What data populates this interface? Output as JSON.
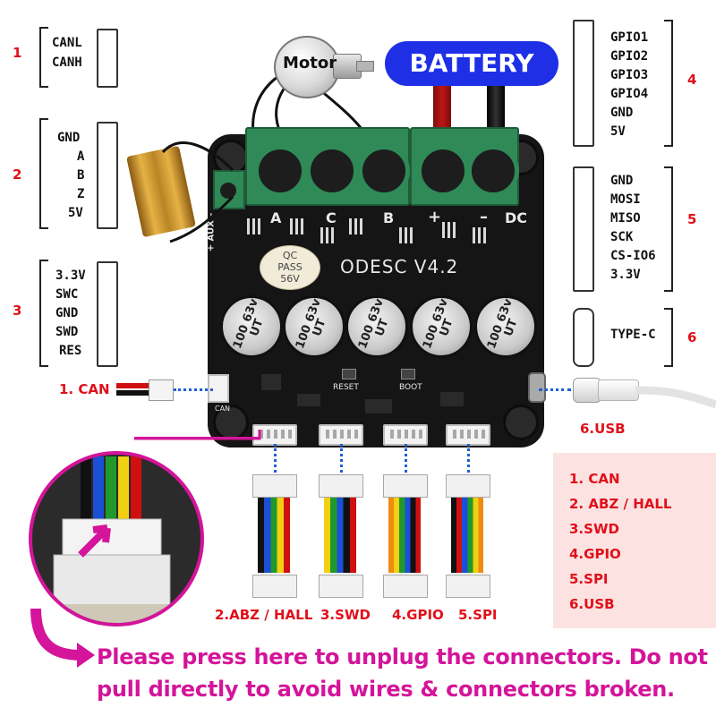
{
  "top": {
    "motor_label": "Motor",
    "battery_label": "BATTERY"
  },
  "groups": [
    {
      "number": "1",
      "pins": [
        "CANL",
        "CANH"
      ]
    },
    {
      "number": "2",
      "pins": [
        "GND",
        "A",
        "B",
        "Z",
        "5V"
      ]
    },
    {
      "number": "3",
      "pins": [
        "3.3V",
        "SWC",
        "GND",
        "SWD",
        "RES"
      ]
    },
    {
      "number": "4",
      "pins": [
        "GPIO1",
        "GPIO2",
        "GPIO3",
        "GPIO4",
        "GND",
        "5V"
      ]
    },
    {
      "number": "5",
      "pins": [
        "GND",
        "MOSI",
        "MISO",
        "SCK",
        "CS-IO6",
        "3.3V"
      ]
    },
    {
      "number": "6",
      "pins": [
        "TYPE-C"
      ]
    }
  ],
  "board": {
    "title": "ODESC V4.2",
    "qc_line1": "QC",
    "qc_line2": "PASS",
    "qc_line3": "56V",
    "cap_text": "100 63v UT",
    "phase_labels": [
      "A",
      "C",
      "B",
      "+",
      "–",
      "DC"
    ],
    "aux_label": "+ AUX –",
    "reset_label": "RESET",
    "boot_label": "BOOT",
    "can_silk": "CAN"
  },
  "callouts": {
    "can": "1. CAN",
    "usb": "6.USB"
  },
  "legend": [
    "1. CAN",
    "2. ABZ / HALL",
    "3.SWD",
    "4.GPIO",
    "5.SPI",
    "6.USB"
  ],
  "cables": [
    "2.ABZ / HALL",
    "3.SWD",
    "4.GPIO",
    "5.SPI"
  ],
  "note": {
    "line1": "Please press here to unplug the connectors. Do not",
    "line2": "pull directly to avoid wires & connectors broken."
  },
  "colors": {
    "accent_red": "#e0101a",
    "battery_blue": "#1e2fe6",
    "magenta": "#d4149a",
    "legend_bg": "#fde2e2",
    "pcb": "#151515",
    "terminal_green": "#2f8a57",
    "dotted_blue": "#1d5fd6"
  }
}
